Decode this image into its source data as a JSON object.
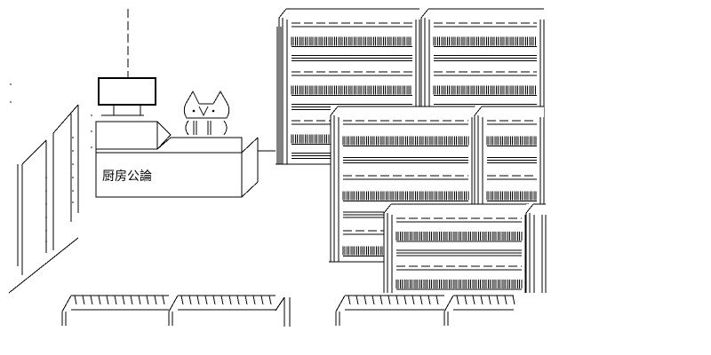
{
  "counter_sign": {
    "text": "厨房公論"
  },
  "colors": {
    "ink": "#000000",
    "background": "#ffffff"
  },
  "scene": {
    "subject": "cat-clerk-icon",
    "structures": [
      "hanging-monitor",
      "reception-counter",
      "bookshelf-stack",
      "benches",
      "left-wall"
    ]
  }
}
